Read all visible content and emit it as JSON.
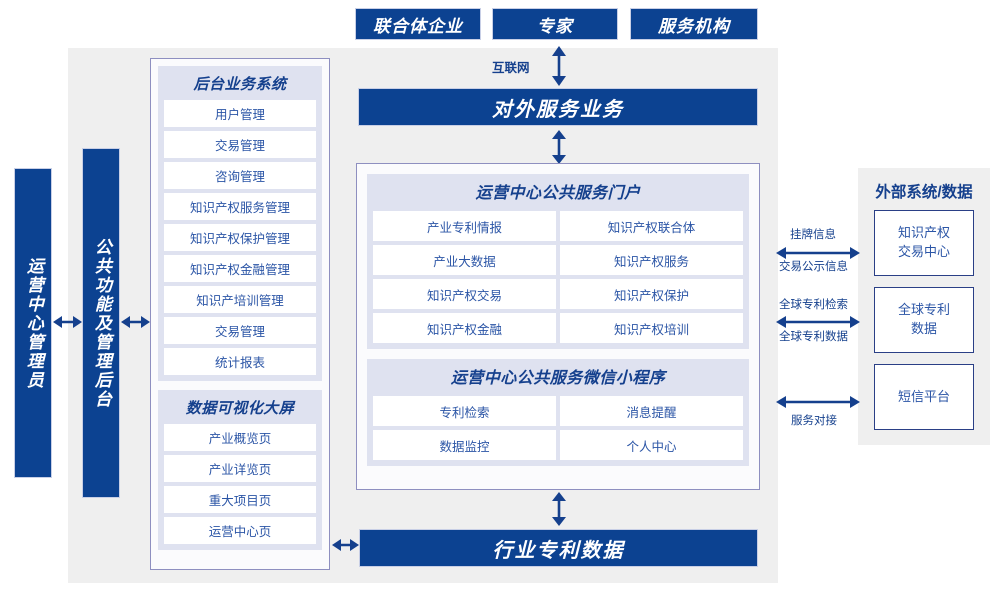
{
  "top_actors": [
    {
      "label": "联合体企业"
    },
    {
      "label": "专家"
    },
    {
      "label": "服务机构"
    }
  ],
  "internet_label": "互联网",
  "external_service_banner": "对外服务业务",
  "industry_patent_banner": "行业专利数据",
  "left_roles": [
    {
      "label": "运营中心管理员"
    },
    {
      "label": "公共功能及管理后台"
    }
  ],
  "backend_group": {
    "title": "后台业务系统",
    "items": [
      "用户管理",
      "交易管理",
      "咨询管理",
      "知识产权服务管理",
      "知识产权保护管理",
      "知识产权金融管理",
      "知识产培训管理",
      "交易管理",
      "统计报表"
    ]
  },
  "visualization_group": {
    "title": "数据可视化大屏",
    "items": [
      "产业概览页",
      "产业详览页",
      "重大项目页",
      "运营中心页"
    ]
  },
  "portal_group": {
    "title": "运营中心公共服务门户",
    "items": [
      "产业专利情报",
      "知识产权联合体",
      "产业大数据",
      "知识产权服务",
      "知识产权交易",
      "知识产权保护",
      "知识产权金融",
      "知识产权培训"
    ]
  },
  "miniapp_group": {
    "title": "运营中心公共服务微信小程序",
    "items": [
      "专利检索",
      "消息提醒",
      "数据监控",
      "个人中心"
    ]
  },
  "external": {
    "title": "外部系统/数据",
    "systems": [
      {
        "label": "知识产权\n交易中心"
      },
      {
        "label": "全球专利\n数据"
      },
      {
        "label": "短信平台"
      }
    ],
    "links": [
      {
        "above": "挂牌信息",
        "below": "交易公示信息"
      },
      {
        "above": "全球专利检索",
        "below": "全球专利数据"
      },
      {
        "above": "",
        "below": "服务对接"
      }
    ]
  },
  "colors": {
    "navy": "#0c4291",
    "panel_gray": "#efefef",
    "sub_panel": "#dfe2f0",
    "card_border": "#8e8fc0",
    "cell_text": "#2b55a6",
    "title_text": "#15408d"
  }
}
